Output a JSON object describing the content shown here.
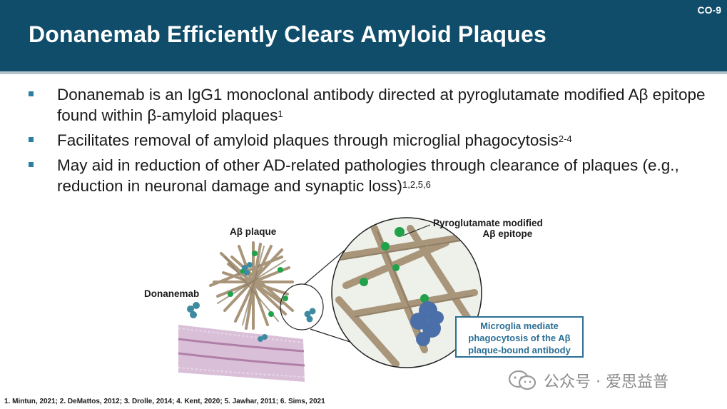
{
  "slide": {
    "id": "CO-9",
    "title": "Donanemab Efficiently Clears Amyloid Plaques"
  },
  "bullets": [
    {
      "text": "Donanemab is an IgG1 monoclonal antibody directed at pyroglutamate modified Aβ epitope found within β-amyloid plaques",
      "sup": "1"
    },
    {
      "text": "Facilitates removal of amyloid plaques through microglial phagocytosis",
      "sup": "2-4"
    },
    {
      "text": "May aid in reduction of other AD-related pathologies through clearance of plaques (e.g., reduction in neuronal damage and synaptic loss)",
      "sup": "1,2,5,6"
    }
  ],
  "figure": {
    "plaque_label": "Aβ plaque",
    "antibody_label": "Donanemab",
    "epitope_label_line1": "Pyroglutamate modified",
    "epitope_label_line2": "Aβ epitope",
    "callout_line1": "Microglia mediate",
    "callout_line2": "phagocytosis of the Aβ",
    "callout_line3": "plaque-bound antibody",
    "colors": {
      "fibril": "#a8957a",
      "epitope": "#1fa24a",
      "antibody": "#3e8aa0",
      "microglia": "#4b6fa8",
      "membrane": "#c9a8c8"
    }
  },
  "references": "1. Mintun, 2021; 2. DeMattos, 2012; 3. Drolle, 2014; 4. Kent, 2020; 5. Jawhar, 2011; 6. Sims, 2021",
  "watermark": {
    "text": "公众号 · 爱思益普",
    "icon": "wechat-logo-icon"
  },
  "colors": {
    "header": "#0f4d6a",
    "bullet": "#2a7fa3"
  }
}
